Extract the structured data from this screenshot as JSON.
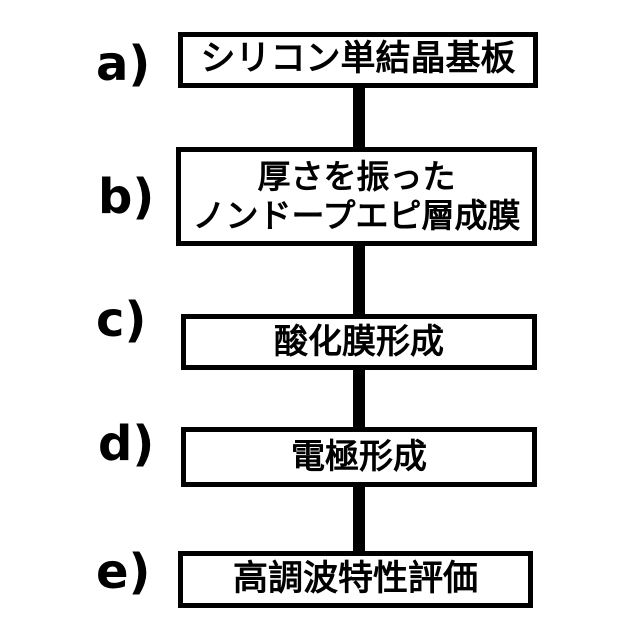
{
  "diagram": {
    "type": "process-flow",
    "orientation": "vertical",
    "colors": {
      "background": "#ffffff",
      "line": "#000000",
      "text": "#000000"
    },
    "steps": [
      {
        "label": "a)",
        "lines": [
          "シリコン単結晶基板"
        ]
      },
      {
        "label": "b)",
        "lines": [
          "厚さを振った",
          "ノンドープエピ層成膜"
        ]
      },
      {
        "label": "c)",
        "lines": [
          "酸化膜形成"
        ]
      },
      {
        "label": "d)",
        "lines": [
          "電極形成"
        ]
      },
      {
        "label": "e)",
        "lines": [
          "高調波特性評価"
        ]
      }
    ]
  }
}
